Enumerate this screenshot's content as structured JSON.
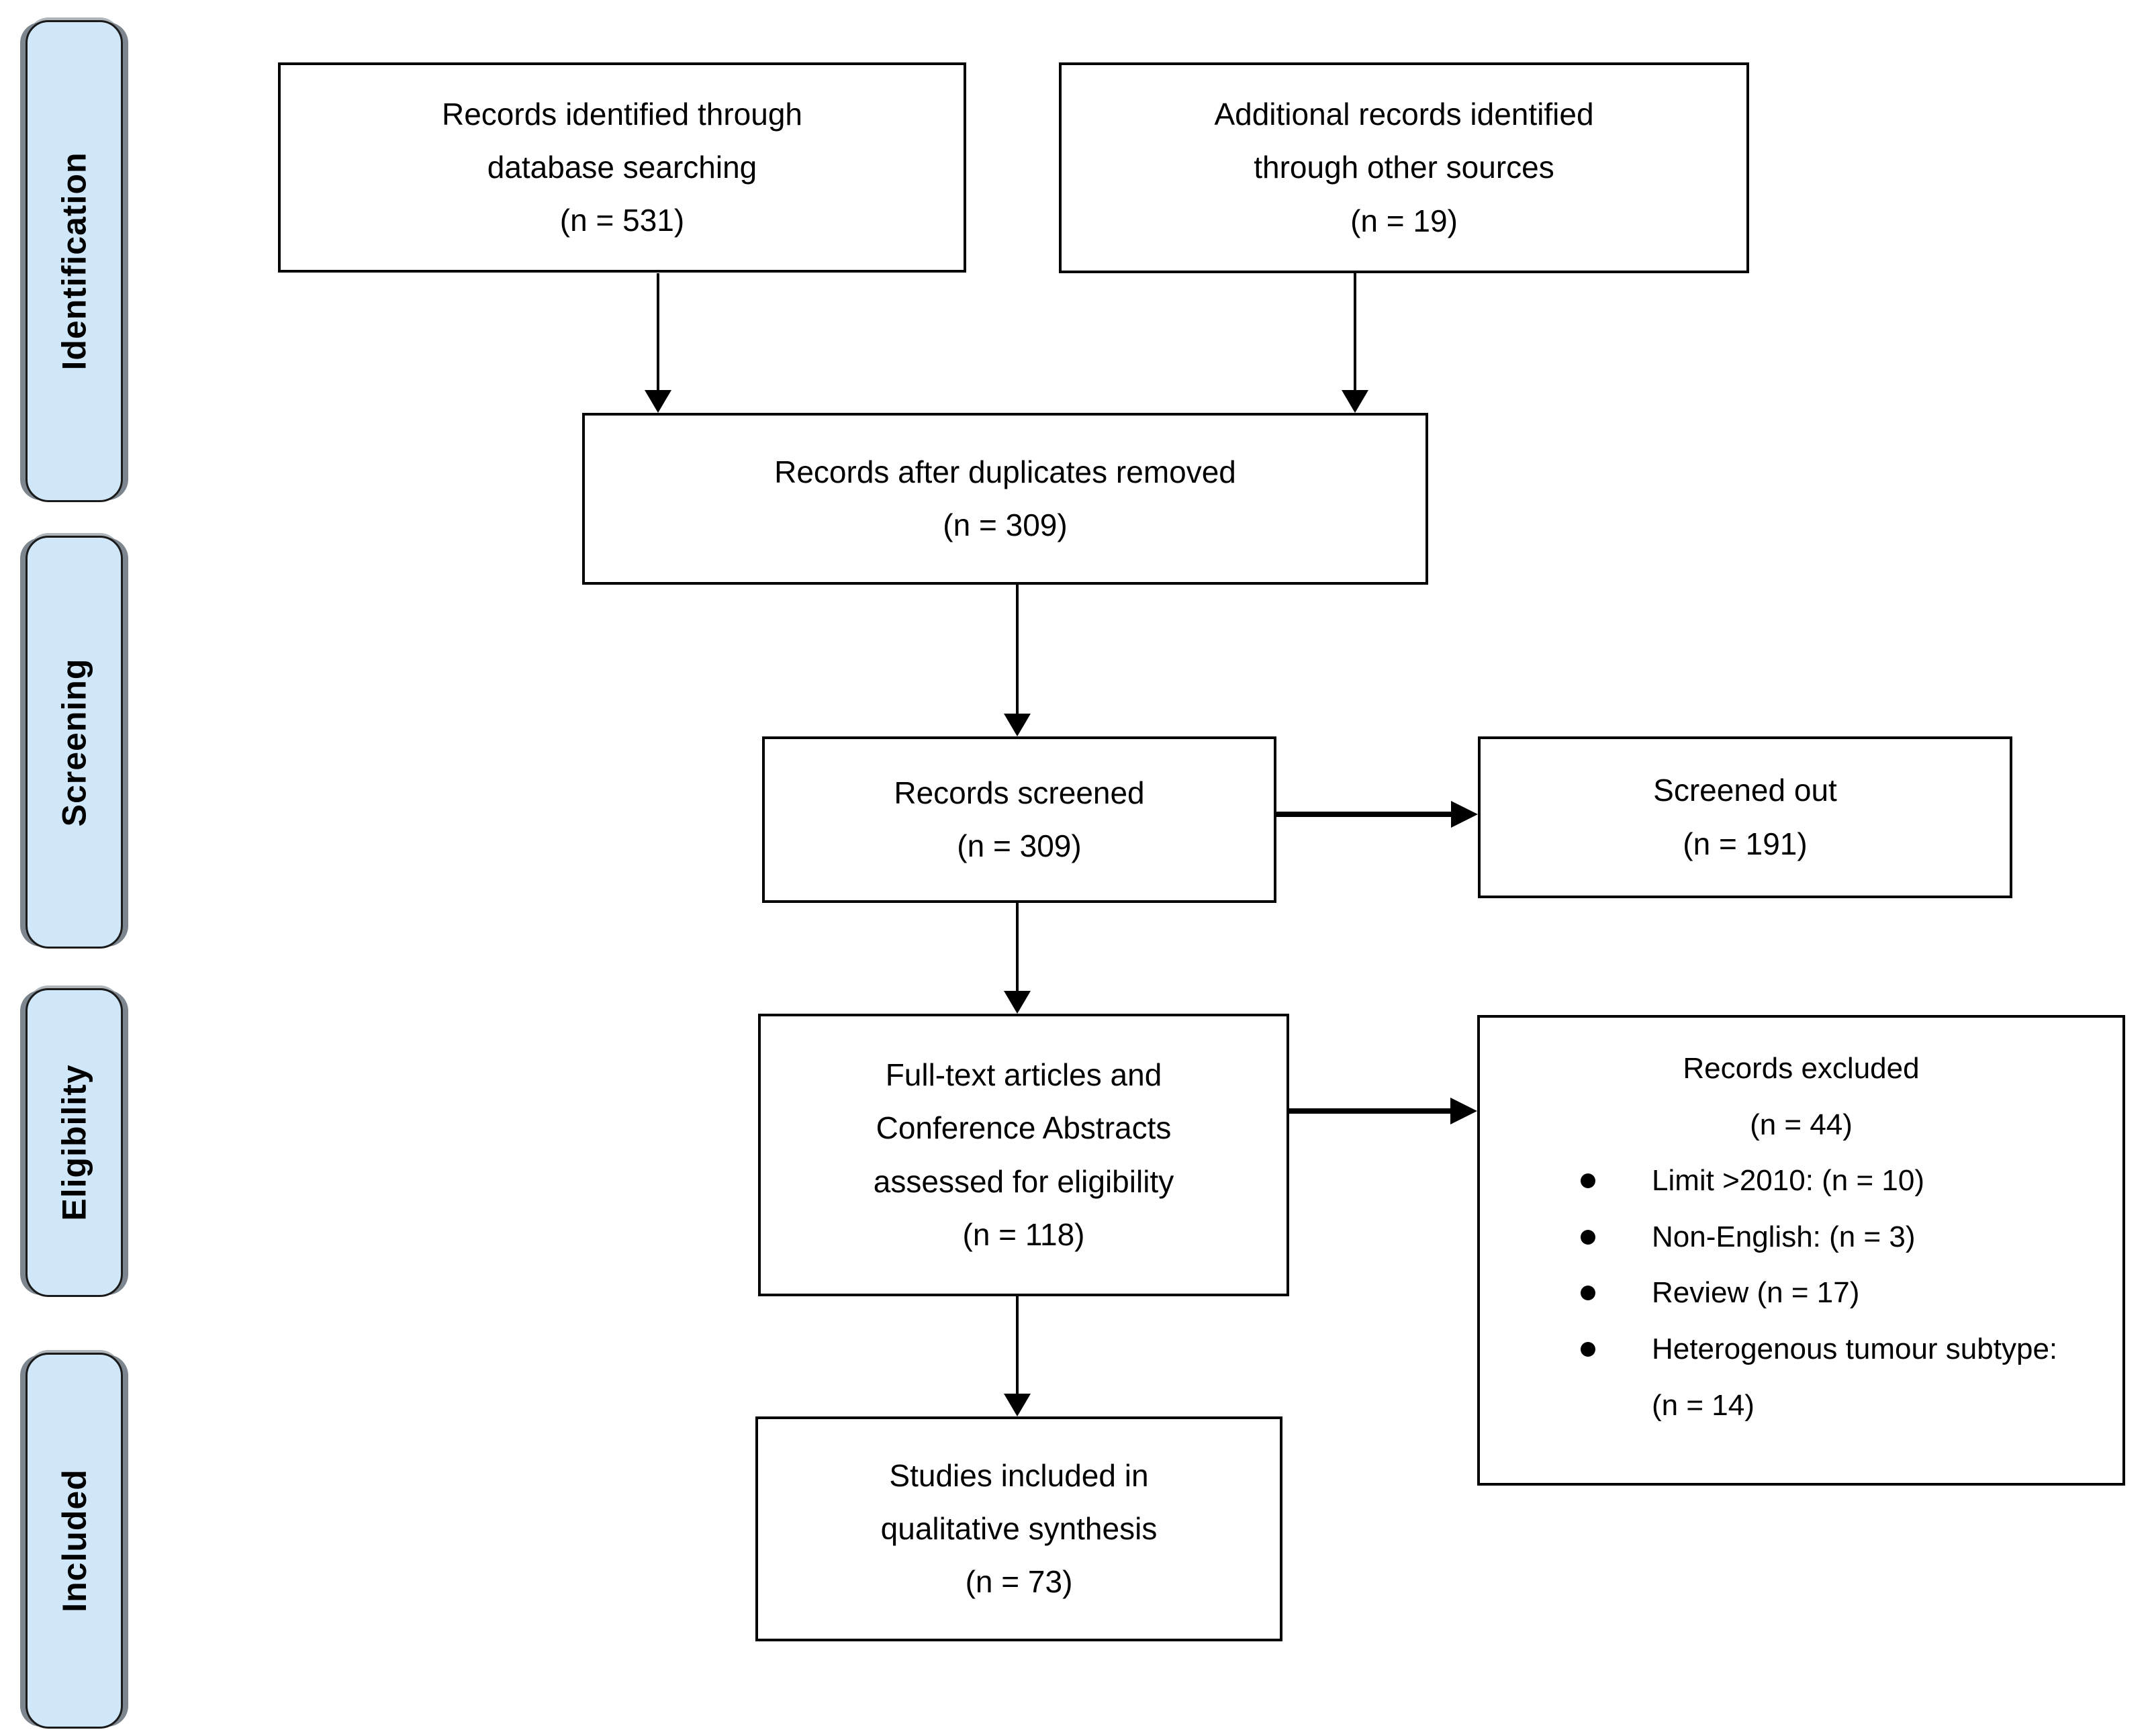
{
  "diagram_type": "PRISMA flow diagram",
  "phases": [
    {
      "label": "Identification"
    },
    {
      "label": "Screening"
    },
    {
      "label": "Eligibility"
    },
    {
      "label": "Included"
    }
  ],
  "boxes": {
    "identified": "Records identified through\ndatabase searching\n(n = 531)",
    "additional": "Additional records identified\nthrough other sources\n(n = 19)",
    "deduplicated": "Records after duplicates removed\n(n = 309)",
    "screened": "Records screened\n(n = 309)",
    "screened_out": "Screened out\n(n = 191)",
    "fulltext": "Full-text articles and\nConference Abstracts\nassessed for eligibility\n(n = 118)",
    "excluded": {
      "title": "Records excluded",
      "count": "(n = 44)",
      "reasons": [
        "Limit >2010: (n = 10)",
        "Non-English: (n = 3)",
        "Review (n = 17)",
        "Heterogenous tumour subtype: (n = 14)"
      ]
    },
    "included": "Studies included in\nqualitative synthesis\n(n = 73)"
  },
  "colors": {
    "phase_fill": "#cfe7f9",
    "phase_edge": "#7d868e",
    "box_border": "#000000",
    "background": "#ffffff"
  }
}
